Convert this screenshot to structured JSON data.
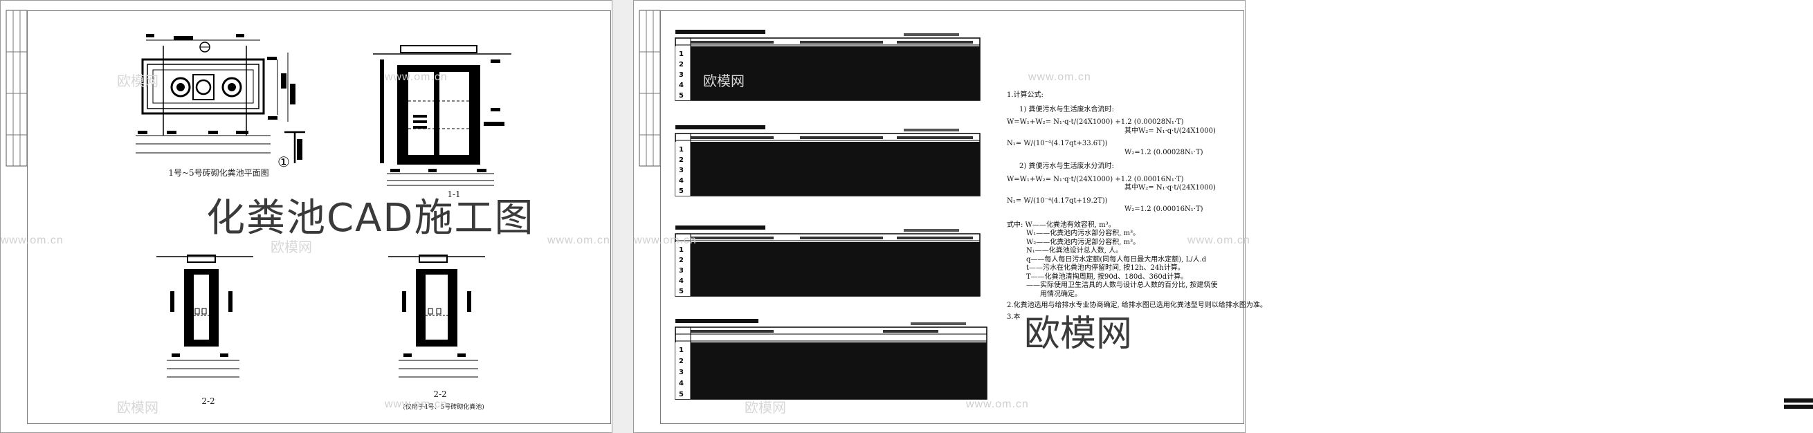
{
  "banner": {
    "text": "化粪池CAD施工图"
  },
  "brand": {
    "text": "欧模网"
  },
  "watermarks": {
    "url": "www.om.cn",
    "name": "欧模网"
  },
  "left_sheet": {
    "plan_caption": "1号~5号砖砌化粪池平面图",
    "section_1_caption": "1-1",
    "section_2_caption": "2-2",
    "section_3_caption": "2-2",
    "section_3_note": "(仅用于4号、5号砖砌化粪池)",
    "plan_marker": "①"
  },
  "right_sheet": {
    "formula": {
      "heading": "1.计算公式:",
      "item1": "1) 粪便污水与生活废水合流时:",
      "eq1a": "W=W₁+W₂= N₁·q·t/(24X1000) +1.2 (0.00028N₁·T)",
      "eq1b": "其中W₂= N₁·q·t/(24X1000)",
      "eq1c": "N₁= W/(10⁻⁴(4.17qt+33.6T))",
      "eq1d": "W₂=1.2 (0.00028N₁·T)",
      "item2": "2) 粪便污水与生活废水分流时:",
      "eq2a": "W=W₁+W₂= N₁·q·t/(24X1000) +1.2 (0.00016N₁·T)",
      "eq2b": "其中W₂= N₁·q·t/(24X1000)",
      "eq2c": "N₁= W/(10⁻⁴(4.17qt+19.2T))",
      "eq2d": "W₂=1.2 (0.00016N₁·T)",
      "legend_head": "式中: W——化粪池有效容积, m³。",
      "l1": "W₁——化粪池内污水部分容积, m³。",
      "l2": "W₂——化粪池内污泥部分容积, m³。",
      "l3": "N₁——化粪池设计总人数, 人。",
      "l4": "q——每人每日污水定额(同每人每日最大用水定额), L/人.d",
      "l5": "t——污水在化粪池内停留时间, 按12h、24h计算。",
      "l6": "T——化粪池清掏周期, 按90d、180d、360d计算。",
      "l7": "——实际使用卫生洁具的人数与设计总人数的百分比, 按建筑使",
      "l7b": "用情况确定。",
      "note2": "2.化粪池选用与给排水专业协商确定, 给排水图已选用化粪池型号则以给排水图为准。",
      "note3": "3.本"
    }
  }
}
